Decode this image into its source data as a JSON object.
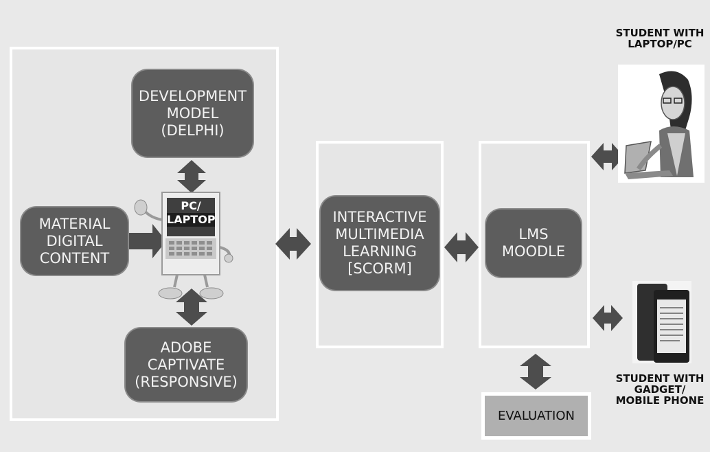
{
  "nodes": {
    "development_model": "DEVELOPMENT\nMODEL\n(DELPHI)",
    "material": "MATERIAL\nDIGITAL\nCONTENT",
    "adobe": "ADOBE\nCAPTIVATE\n(RESPONSIVE)",
    "interactive": "INTERACTIVE\nMULTIMEDIA\nLEARNING\n[SCORM]",
    "lms": "LMS\nMOODLE",
    "evaluation": "EVALUATION"
  },
  "laptop_screen": {
    "line1": "PC/",
    "line2": "LAPTOP"
  },
  "students": {
    "laptop": "STUDENT WITH\nLAPTOP/PC",
    "mobile": "STUDENT WITH\nGADGET/\nMOBILE PHONE"
  },
  "colors": {
    "node_fill": "#5d5d5d",
    "node_text": "#f2f2f2",
    "panel": "#e6e6e6",
    "evaluation_fill": "#b0b0b0"
  }
}
